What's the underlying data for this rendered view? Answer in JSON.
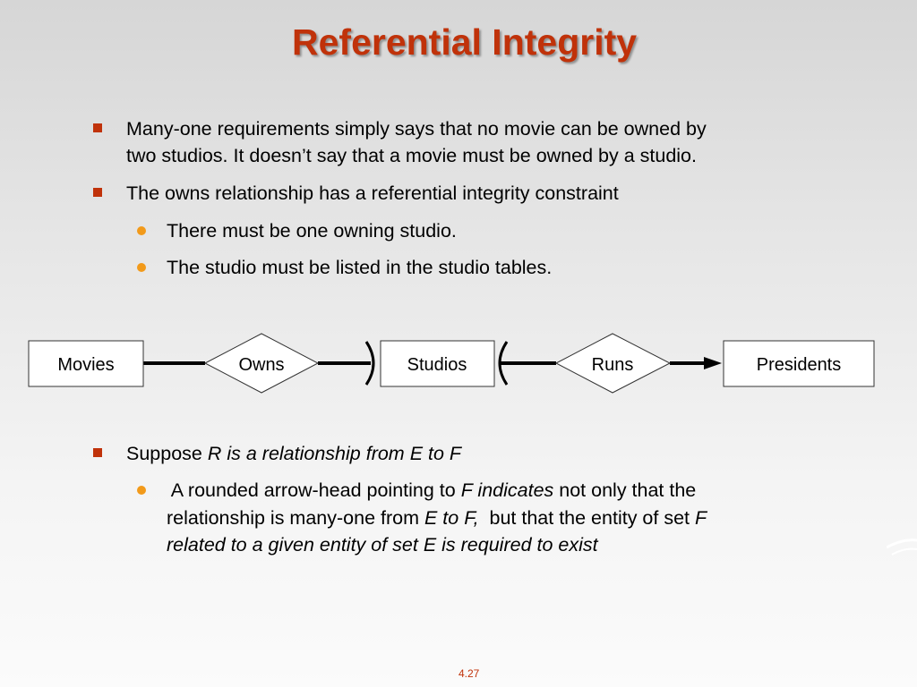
{
  "slide": {
    "title": "Referential Integrity",
    "page_number": "4.27"
  },
  "bullets": {
    "b1_line1": "Many-one requirements simply says that no movie can be owned by",
    "b1_line2": "two studios. It doesn’t say that a movie must be owned by a studio.",
    "b2": "The owns relationship has a referential integrity constraint",
    "b2_sub1": "There must be one owning studio.",
    "b2_sub2": "The studio must be listed in the studio tables.",
    "b3_plain": "Suppose ",
    "b3_italic": "R is a relationship from E to F",
    "b3_sub_l1_a": " A rounded arrow-head pointing to ",
    "b3_sub_l1_b": "F indicates",
    "b3_sub_l1_c": " not only that the",
    "b3_sub_l2_a": "relationship is many-one from ",
    "b3_sub_l2_b": "E to F,",
    "b3_sub_l2_c": "  but that the entity of set ",
    "b3_sub_l2_d": "F",
    "b3_sub_l3": "related to a given entity of set E is required to exist"
  },
  "diagram": {
    "entities": [
      "Movies",
      "Studios",
      "Presidents"
    ],
    "relationships": [
      "Owns",
      "Runs"
    ]
  },
  "colors": {
    "accent": "#c0320a",
    "sub_bullet": "#f29a1a"
  }
}
